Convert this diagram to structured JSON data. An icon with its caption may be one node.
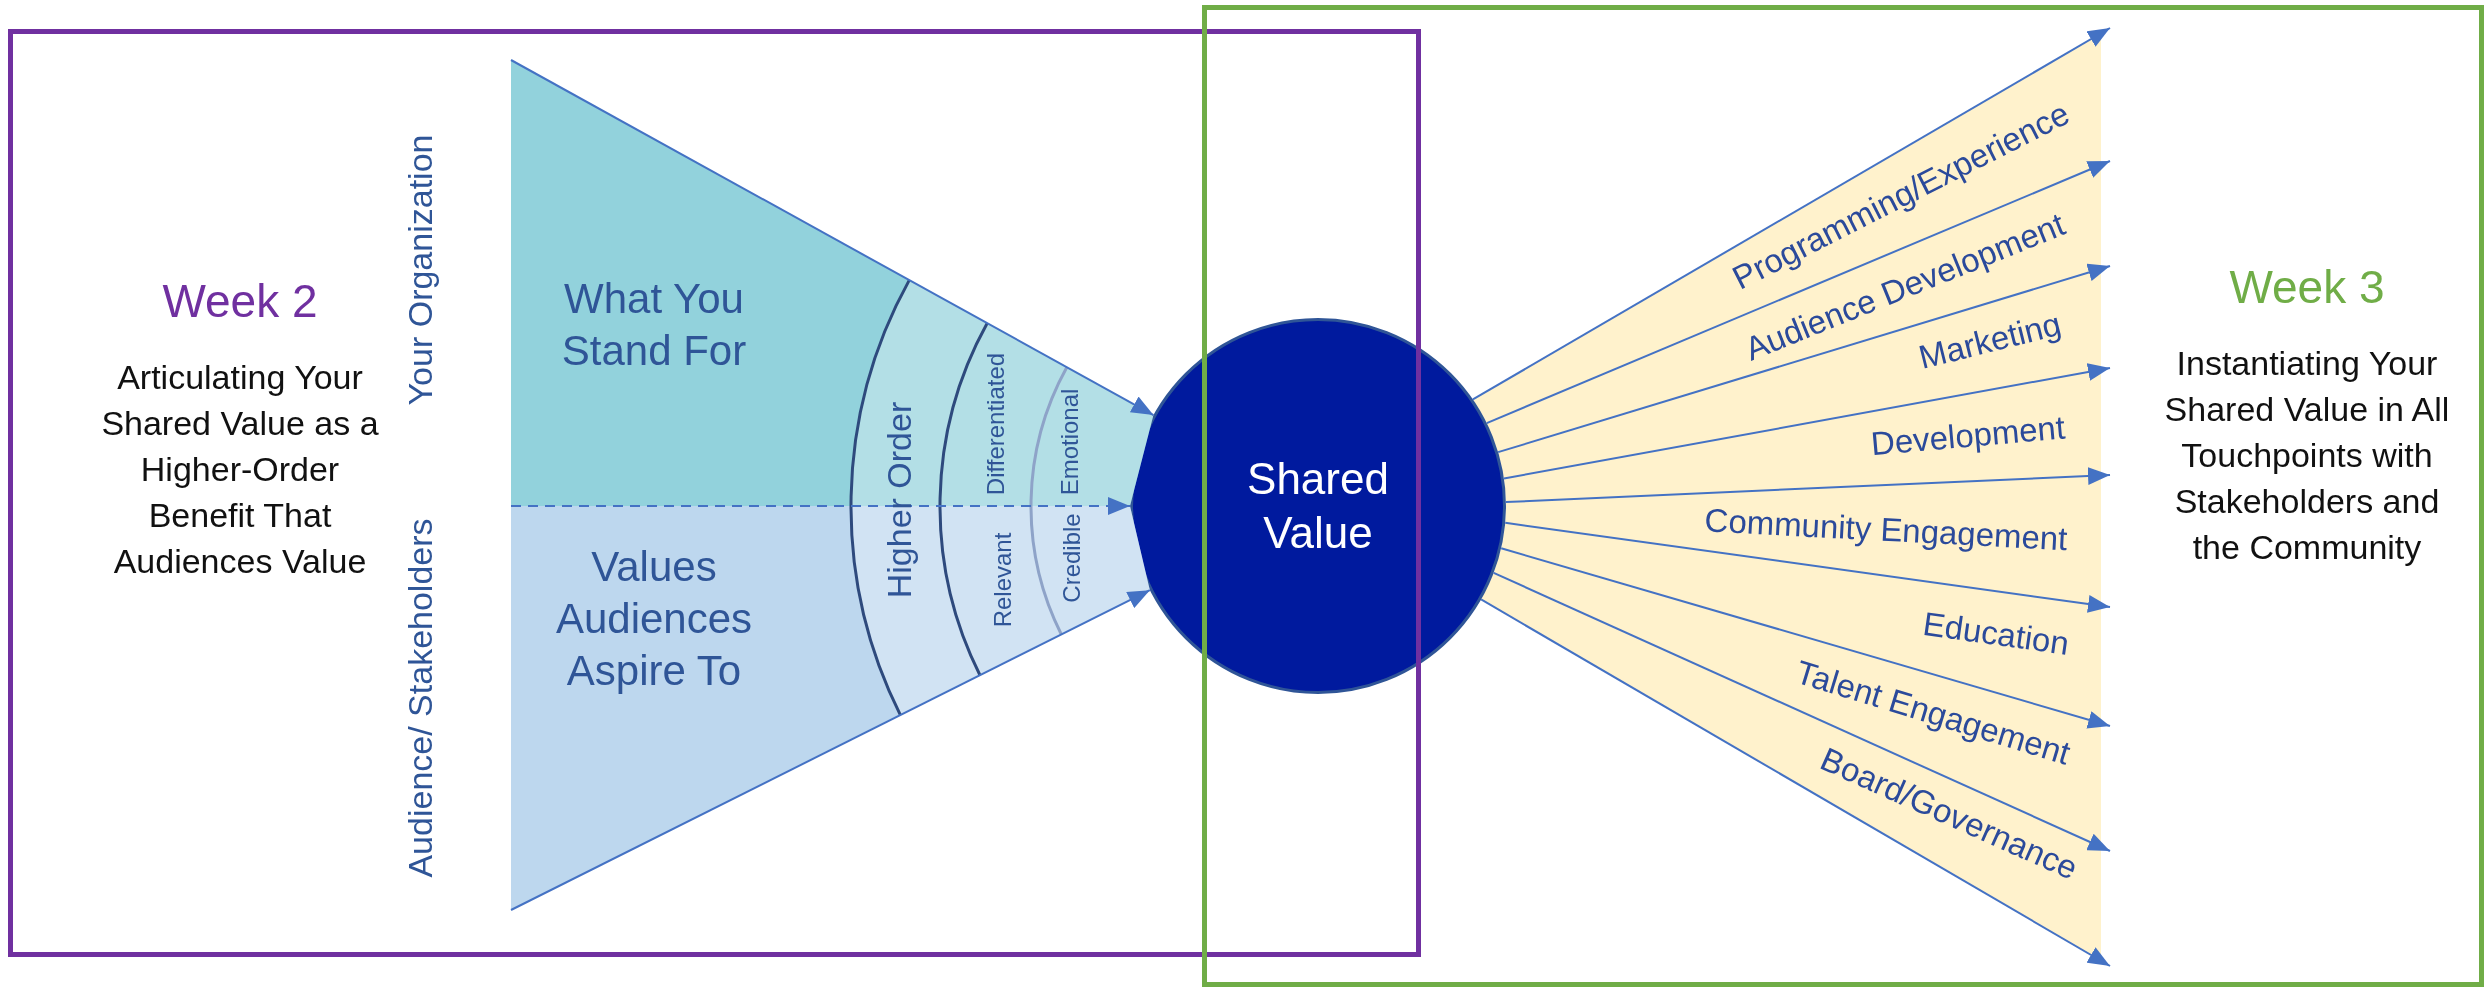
{
  "diagram": {
    "nodes": [
      {
        "text": [
          "Week 2",
          "Articulating Your Shared Value as a Higher-Order Benefit That Audiences Value"
        ]
      },
      {
        "text": [
          "What You Stand For"
        ],
        "in": 0
      },
      {
        "text": [
          "Values Audiences Aspire To"
        ],
        "in": 0
      },
      {
        "text": [
          "Shared Value"
        ]
      },
      {
        "text": [
          "Week 3",
          "Instantiating Your Shared Value in All Touchpoints with Stakeholders and the Community"
        ]
      }
    ],
    "edges": [
      {
        "from": 1,
        "to": 3,
        "arrow": "to"
      },
      {
        "from": 2,
        "to": 3,
        "arrow": "to",
        "style": "dashed"
      },
      {
        "from": 2,
        "to": 3,
        "arrow": "to"
      },
      {
        "from": 3,
        "to": 4,
        "arrow": "to"
      },
      {
        "from": 3,
        "to": 4,
        "arrow": "to"
      },
      {
        "from": 3,
        "to": 4,
        "arrow": "to"
      },
      {
        "from": 3,
        "to": 4,
        "arrow": "to"
      },
      {
        "from": 3,
        "to": 4,
        "arrow": "to"
      },
      {
        "from": 3,
        "to": 4,
        "arrow": "to"
      },
      {
        "from": 3,
        "to": 4,
        "arrow": "to"
      },
      {
        "from": 3,
        "to": 4,
        "arrow": "to"
      },
      {
        "from": 3,
        "to": 4,
        "arrow": "to"
      }
    ],
    "labels": [
      "Your Organization",
      "Audience/ Stakeholders",
      "Higher Order",
      "Differentiated",
      "Emotional",
      "Relevant",
      "Credible",
      "Programming/Experience",
      "Audience Development",
      "Marketing",
      "Development",
      "Community Engagement",
      "Education",
      "Talent Engagement",
      "Board/Governance"
    ]
  }
}
